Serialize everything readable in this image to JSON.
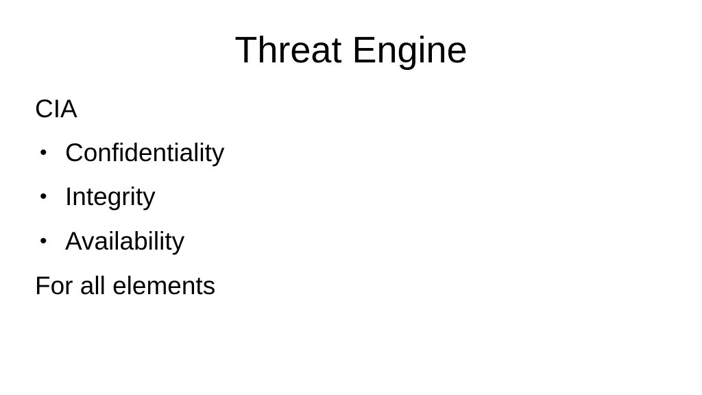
{
  "slide": {
    "title": "Threat Engine",
    "heading": "CIA",
    "bullets": [
      {
        "bullet": "•",
        "text": "Confidentiality"
      },
      {
        "bullet": "•",
        "text": "Integrity"
      },
      {
        "bullet": "•",
        "text": "Availability"
      }
    ],
    "footer_line": "For all elements"
  }
}
